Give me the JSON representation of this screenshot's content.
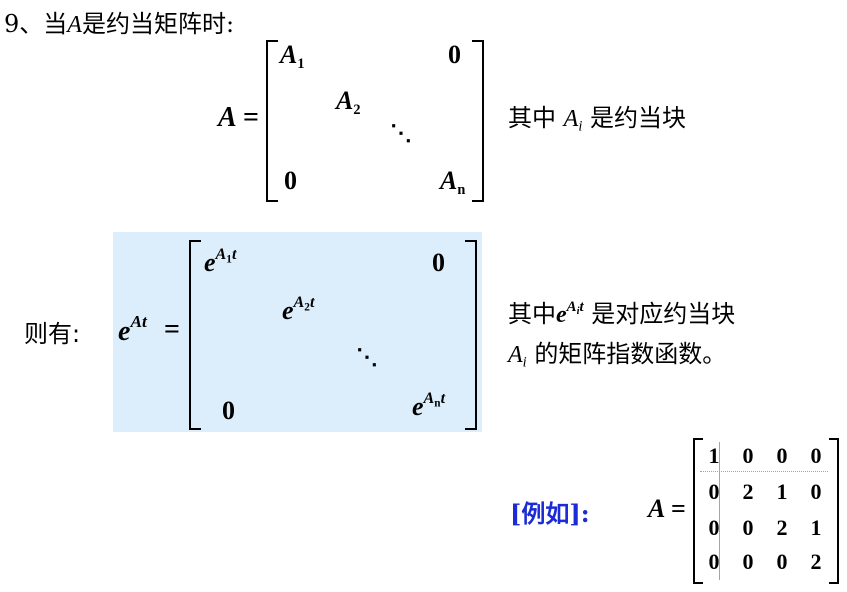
{
  "heading": {
    "number": "9、",
    "pre": "当",
    "var": "A",
    "post": "是约当矩阵时:"
  },
  "eq1": {
    "lhs": "A",
    "eq": "=",
    "m11_base": "A",
    "m11_sub": "1",
    "m22_base": "A",
    "m22_sub": "2",
    "mnn_base": "A",
    "mnn_sub": "n",
    "zero_tr": "0",
    "zero_bl": "0",
    "dots": "⋱",
    "note_pre": "其中",
    "note_var": "A",
    "note_sub": "i",
    "note_post": "是约当块"
  },
  "eq2": {
    "label": "则有:",
    "lhs_base": "e",
    "lhs_sup": "At",
    "eq": "=",
    "m11_base": "e",
    "m11_sup_a": "A",
    "m11_sup_sub": "1",
    "m11_sup_t": "t",
    "m22_base": "e",
    "m22_sup_a": "A",
    "m22_sup_sub": "2",
    "m22_sup_t": "t",
    "mnn_base": "e",
    "mnn_sup_a": "A",
    "mnn_sup_sub": "n",
    "mnn_sup_t": "t",
    "zero_tr": "0",
    "zero_bl": "0",
    "dots": "⋱",
    "note1_pre": "其中",
    "note1_base": "e",
    "note1_sup_a": "A",
    "note1_sup_sub": "i",
    "note1_sup_t": "t",
    "note1_post": "是对应约当块",
    "note2_var": "A",
    "note2_sub": "i",
    "note2_post": "的矩阵指数函数。"
  },
  "example": {
    "label": "[例如]:",
    "lhs": "A",
    "eq": "=",
    "rows": [
      [
        "1",
        "0",
        "0",
        "0"
      ],
      [
        "0",
        "2",
        "1",
        "0"
      ],
      [
        "0",
        "0",
        "2",
        "1"
      ],
      [
        "0",
        "0",
        "0",
        "2"
      ]
    ]
  },
  "colors": {
    "highlight": "#dcedfb",
    "example_label": "#1b2bd6",
    "divider": "#e48a8a"
  }
}
